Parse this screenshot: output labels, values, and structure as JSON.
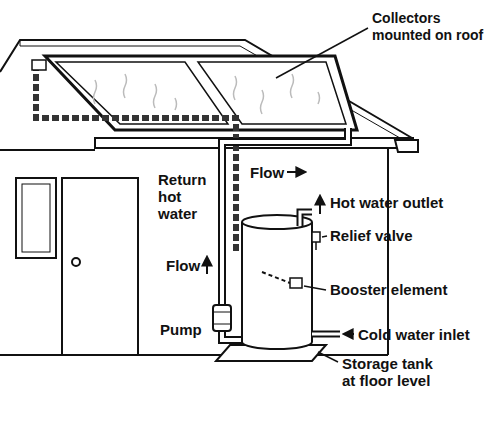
{
  "diagram": {
    "labels": [
      "Collectors mounted on roof",
      "Return hot water",
      "Flow",
      "Hot water outlet",
      "Relief valve",
      "Flow",
      "Booster element",
      "Pump",
      "Cold water inlet",
      "Storage tank at floor level"
    ]
  }
}
